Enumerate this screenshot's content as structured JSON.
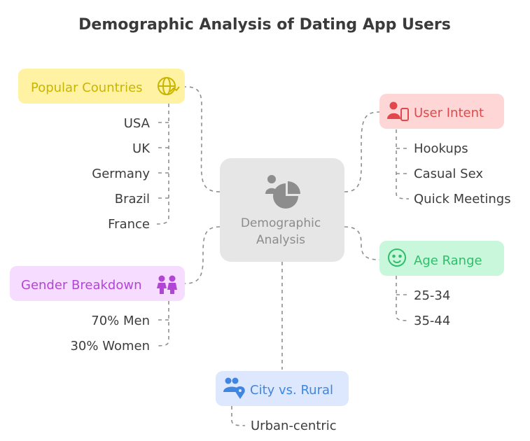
{
  "title": "Demographic Analysis of Dating App Users",
  "center": {
    "line1": "Demographic",
    "line2": "Analysis",
    "icon": "demographics-icon"
  },
  "branches": {
    "countries": {
      "label": "Popular Countries",
      "icon": "globe-icon",
      "color": "#c9b400",
      "bg": "#fff3a3",
      "items": [
        "USA",
        "UK",
        "Germany",
        "Brazil",
        "France"
      ]
    },
    "intent": {
      "label": "User Intent",
      "icon": "user-phone-icon",
      "color": "#e0484b",
      "bg": "#ffd6d6",
      "items": [
        "Hookups",
        "Casual Sex",
        "Quick Meetings"
      ]
    },
    "gender": {
      "label": "Gender Breakdown",
      "icon": "couple-icon",
      "color": "#b146d6",
      "bg": "#f6dcff",
      "items": [
        "70% Men",
        "30% Women"
      ]
    },
    "age": {
      "label": "Age Range",
      "icon": "smiley-face-icon",
      "color": "#2fbf6a",
      "bg": "#c8f7dc",
      "items": [
        "25-34",
        "35-44"
      ]
    },
    "city": {
      "label": "City vs. Rural",
      "icon": "people-location-icon",
      "color": "#3f86e0",
      "bg": "#dde8ff",
      "items": [
        "Urban-centric"
      ]
    }
  }
}
